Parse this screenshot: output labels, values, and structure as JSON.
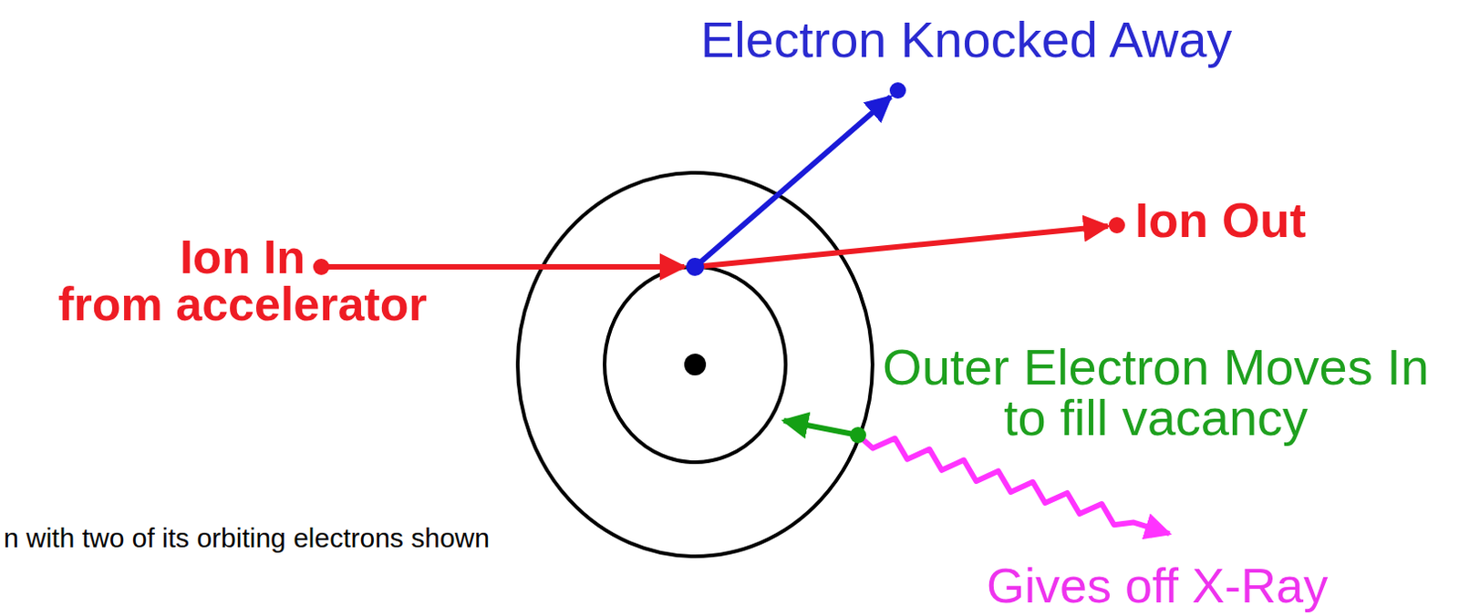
{
  "diagram": {
    "caption": "n with two of its orbiting electrons shown",
    "labels": [
      "Electron Knocked Away",
      "Ion In from accelerator",
      "Ion Out",
      "Outer Electron Moves In to fill vacancy",
      "Gives off X-Ray"
    ]
  }
}
